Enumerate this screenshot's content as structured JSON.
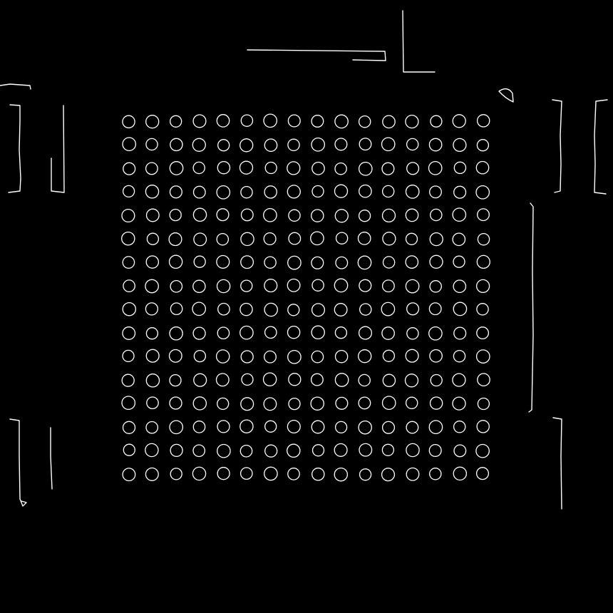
{
  "image": {
    "kind": "edge-detection",
    "background_color": "#000000",
    "line_color": "#ffffff"
  },
  "pad_grid": {
    "rows": 16,
    "columns": 16,
    "shape": "circle"
  },
  "decoration": {
    "has_corner_fiducial": true,
    "component_outlines": 12
  }
}
